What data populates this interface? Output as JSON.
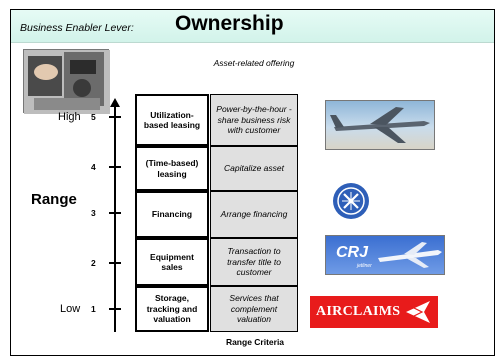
{
  "header": {
    "lever_label": "Business Enabler Lever:",
    "lever_title": "Ownership"
  },
  "offering_header": "Asset-related offering",
  "axis": {
    "range_label": "Range",
    "high_label": "High",
    "low_label": "Low",
    "ticks": [
      "5",
      "4",
      "3",
      "2",
      "1"
    ]
  },
  "rows": [
    {
      "level": "5",
      "criteria": "Utilization-based leasing",
      "offering": "Power-by-the-hour - share business risk with customer"
    },
    {
      "level": "4",
      "criteria": "(Time-based) leasing",
      "offering": "Capitalize asset"
    },
    {
      "level": "3",
      "criteria": "Financing",
      "offering": "Arrange financing"
    },
    {
      "level": "2",
      "criteria": "Equipment sales",
      "offering": "Transaction to transfer title to customer"
    },
    {
      "level": "1",
      "criteria": "Storage, tracking and valuation",
      "offering": "Services that complement valuation"
    }
  ],
  "footer": {
    "range_criteria": "Range Criteria"
  },
  "logos": {
    "crj_text": "CRJ",
    "crj_subtext": "jetliner",
    "airclaims_text": "AIRCLAIMS"
  },
  "colors": {
    "title_bar": "#d2f3ea",
    "offering_fill": "#e0e0e0",
    "airclaims_red": "#e81b1b",
    "ge_blue": "#2e5fb8"
  }
}
